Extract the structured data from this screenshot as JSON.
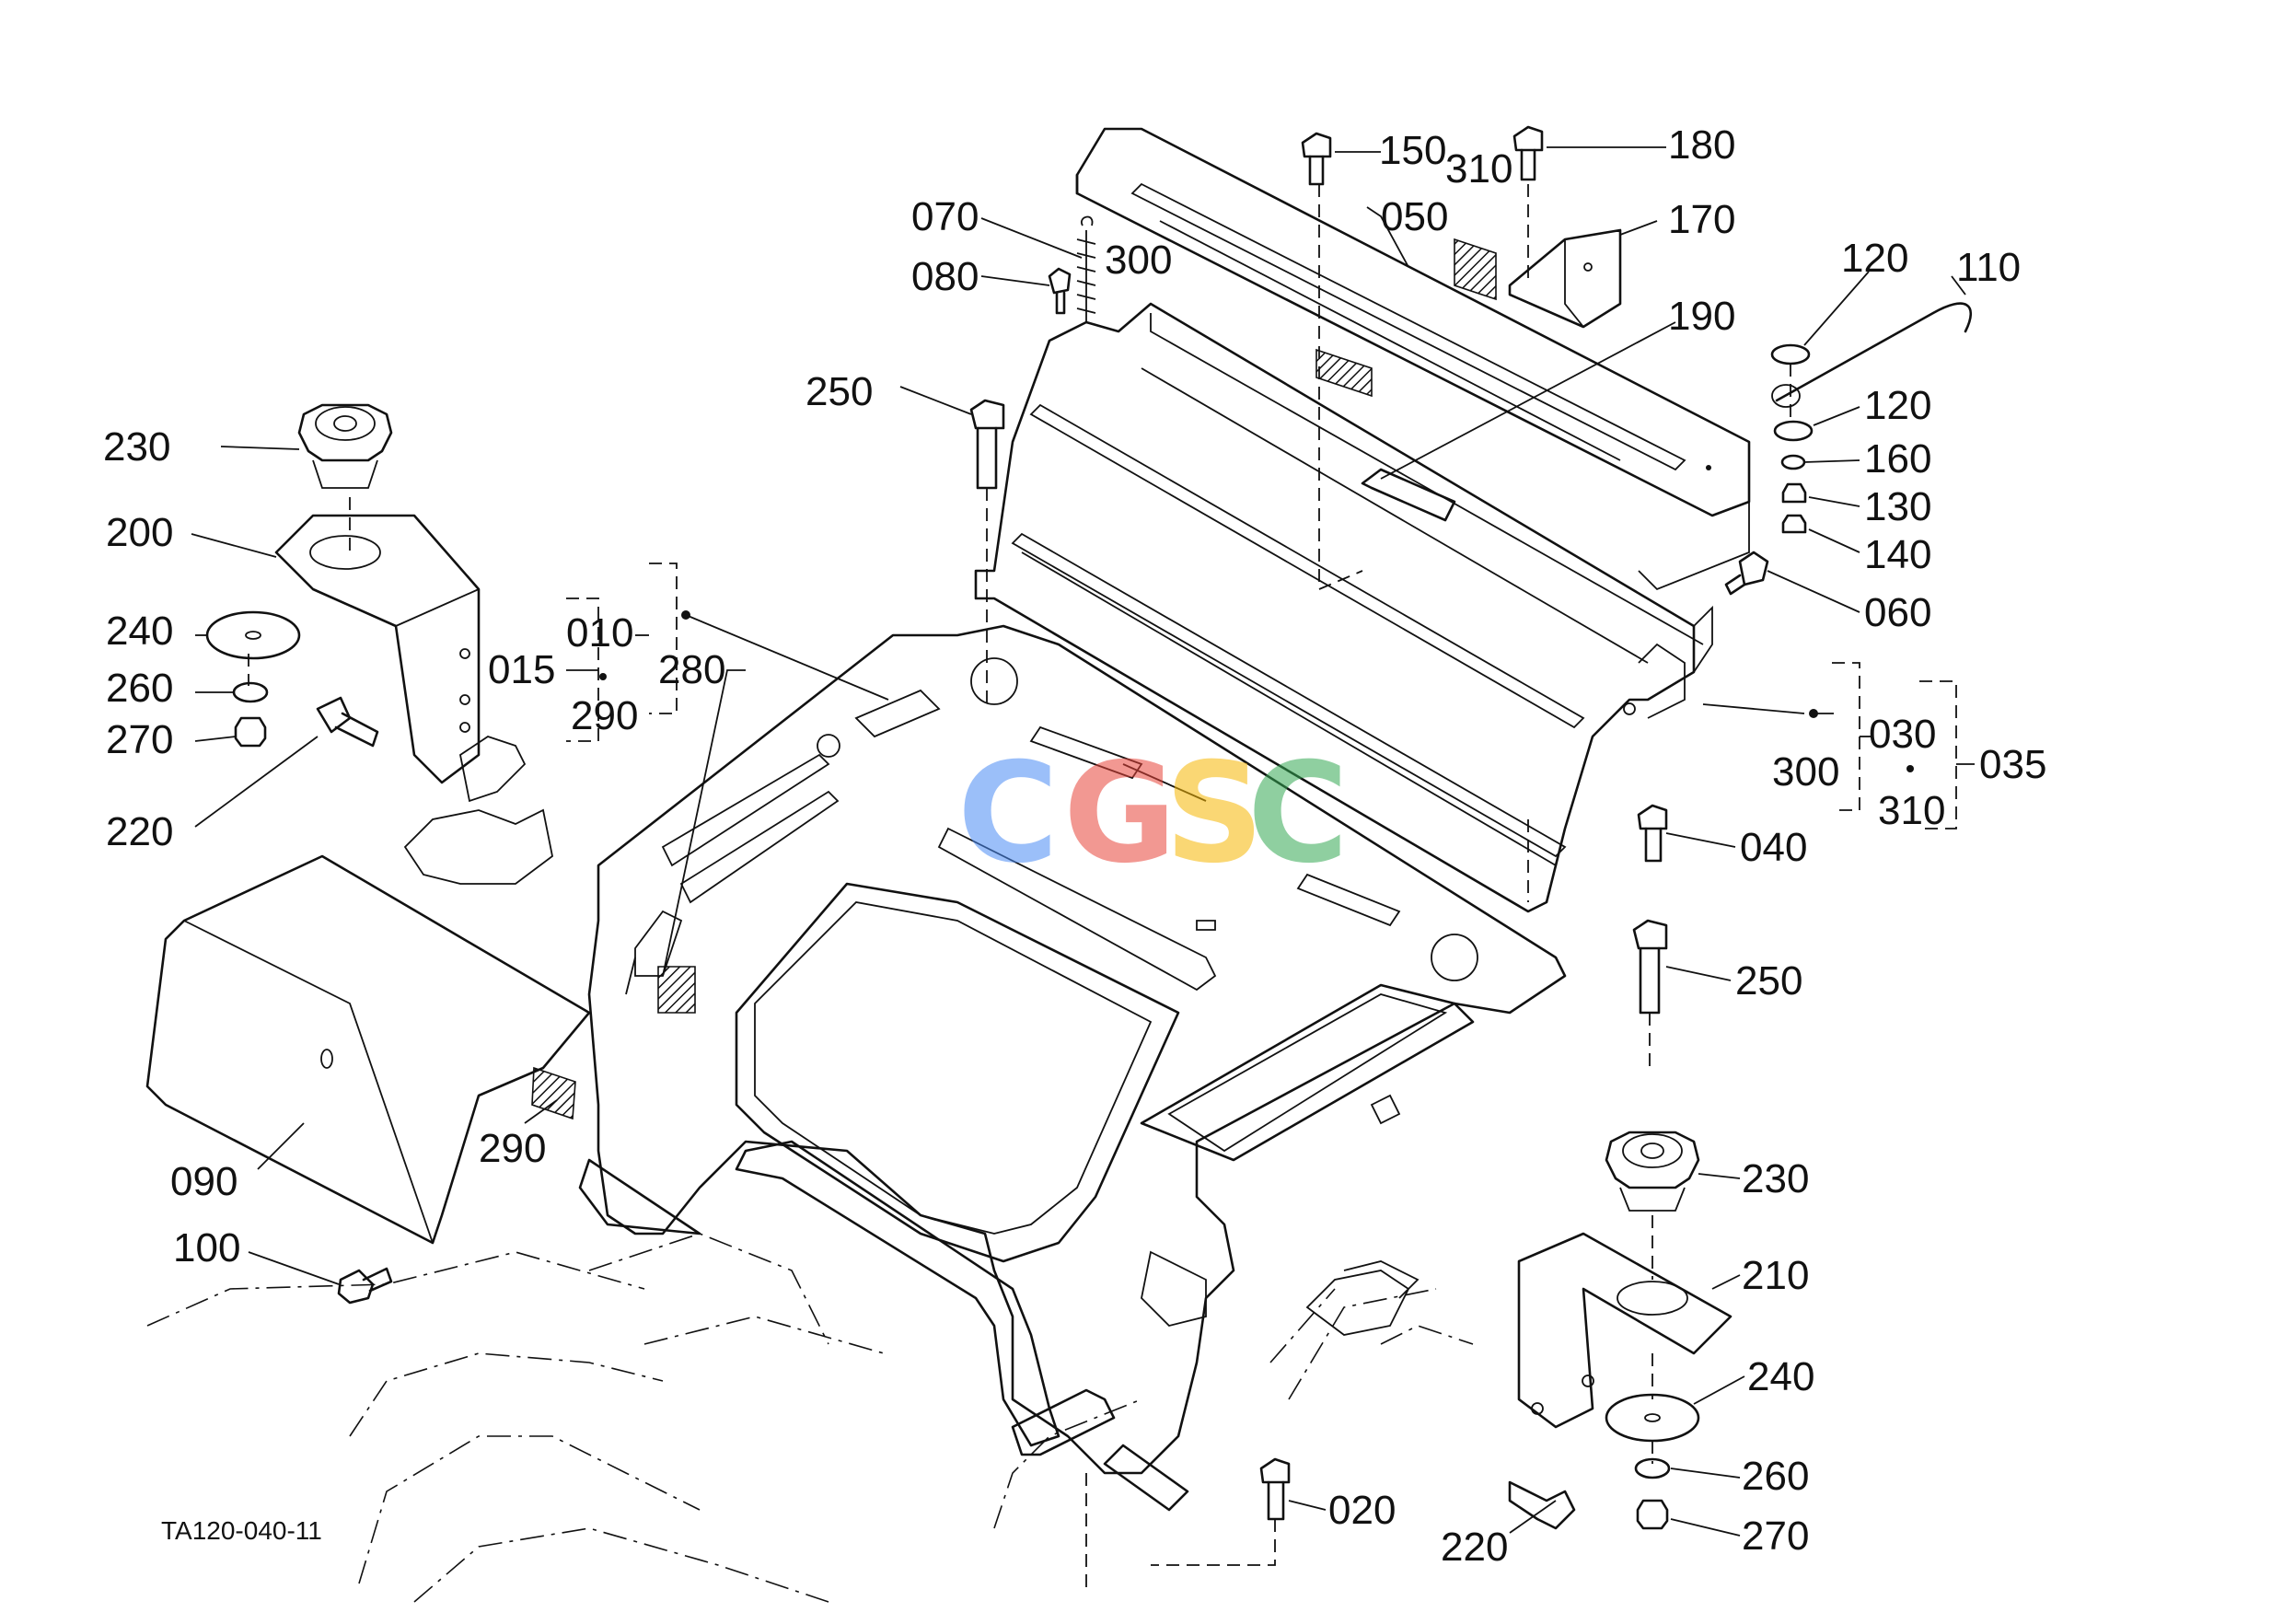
{
  "diagram_code": "TA120-040-11",
  "watermark": {
    "letters": [
      "C",
      "G",
      "S",
      "C"
    ],
    "colors": [
      "#4b8bf5",
      "#e8443a",
      "#f6b704",
      "#34a853"
    ]
  },
  "callouts": {
    "c010": "010",
    "c015": "015",
    "c020": "020",
    "c030": "030",
    "c035": "035",
    "c040": "040",
    "c050": "050",
    "c060": "060",
    "c070": "070",
    "c080": "080",
    "c090": "090",
    "c100": "100",
    "c110": "110",
    "c120a": "120",
    "c120b": "120",
    "c130": "130",
    "c140": "140",
    "c150": "150",
    "c160": "160",
    "c170": "170",
    "c180": "180",
    "c190": "190",
    "c200": "200",
    "c210": "210",
    "c220a": "220",
    "c220b": "220",
    "c230a": "230",
    "c230b": "230",
    "c240a": "240",
    "c240b": "240",
    "c250a": "250",
    "c250b": "250",
    "c260a": "260",
    "c260b": "260",
    "c270a": "270",
    "c270b": "270",
    "c280": "280",
    "c290a": "290",
    "c290b": "290",
    "c300a": "300",
    "c300b": "300",
    "c310a": "310",
    "c310b": "310"
  }
}
